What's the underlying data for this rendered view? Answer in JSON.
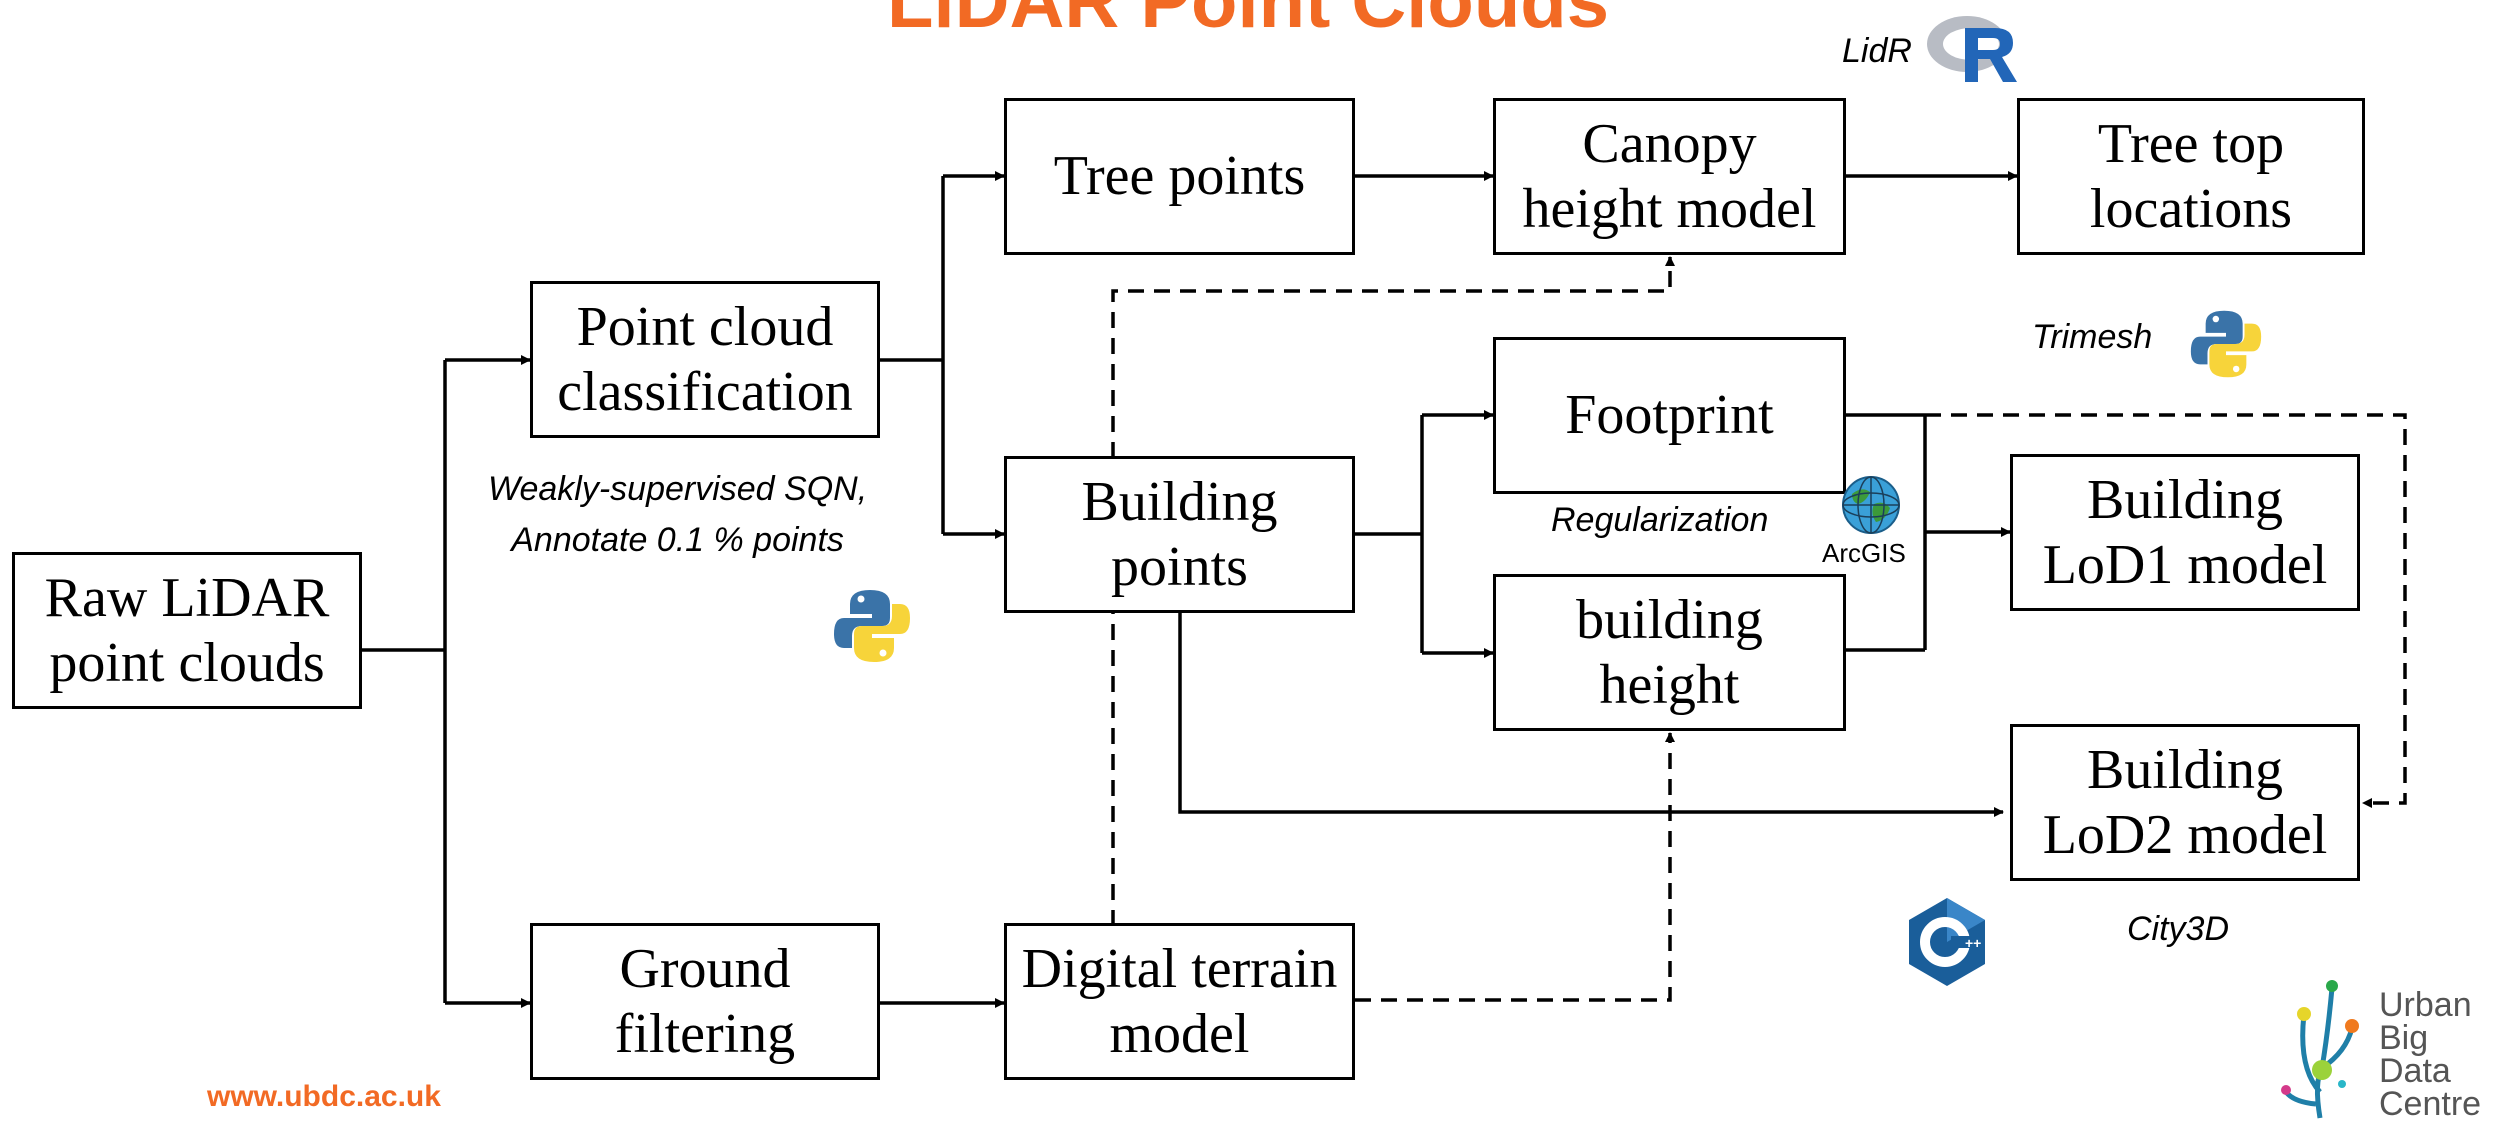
{
  "title": "LiDAR Point Clouds",
  "nodes": {
    "raw": "Raw LiDAR\npoint clouds",
    "classification": "Point cloud\nclassification",
    "ground": "Ground\nfiltering",
    "tree_points": "Tree points",
    "building_points": "Building\npoints",
    "dtm": "Digital terrain\nmodel",
    "chm": "Canopy\nheight model",
    "footprint": "Footprint",
    "bheight": "building\nheight",
    "treetop": "Tree top\nlocations",
    "lod1": "Building\nLoD1 model",
    "lod2": "Building\nLoD2 model"
  },
  "annotations": {
    "sqn": "Weakly-supervised SQN,\nAnnotate 0.1 % points",
    "lidr": "LidR",
    "trimesh": "Trimesh",
    "regularization": "Regularization",
    "city3d": "City3D",
    "arcgis": "ArcGIS"
  },
  "icons": {
    "r": "r-logo-icon",
    "python": "python-logo-icon",
    "arcgis": "arcgis-globe-icon",
    "cpp": "cpp-logo-icon",
    "ubdc": "ubdc-logo-icon"
  },
  "footer": {
    "url": "www.ubdc.ac.uk",
    "org_lines": [
      "Urban",
      "Big",
      "Data",
      "Centre"
    ]
  },
  "colors": {
    "accent": "#f26a24",
    "r_blue": "#2266b8",
    "python_blue": "#3a73a8",
    "python_yellow": "#f7d43a"
  }
}
